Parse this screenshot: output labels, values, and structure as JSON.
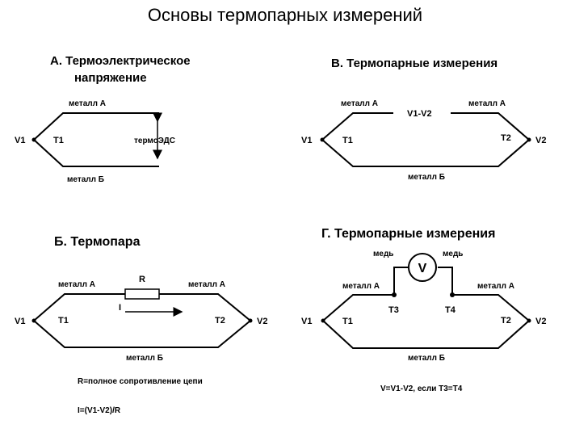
{
  "title": "Основы термопарных измерений",
  "panelA": {
    "heading_line1": "А. Термоэлектрическое",
    "heading_line2": "напряжение",
    "metal_a": "металл А",
    "metal_b": "металл Б",
    "v1": "V1",
    "t1": "T1",
    "emf": "термоЭДС"
  },
  "panelB": {
    "heading": "Б. Термопара",
    "metal_a_left": "металл А",
    "metal_a_right": "металл А",
    "metal_b": "металл Б",
    "r": "R",
    "i": "I",
    "v1": "V1",
    "v2": "V2",
    "t1": "T1",
    "t2": "T2",
    "note1": "R=полное сопротивление цепи",
    "note2": "I=(V1-V2)/R"
  },
  "panelV": {
    "heading": "В. Термопарные измерения",
    "metal_a_left": "металл А",
    "metal_a_right": "металл А",
    "metal_b": "металл Б",
    "diff": "V1-V2",
    "v1": "V1",
    "v2": "V2",
    "t1": "T1",
    "t2": "T2"
  },
  "panelG": {
    "heading": "Г. Термопарные измерения",
    "copper_left": "медь",
    "copper_right": "медь",
    "meter": "V",
    "metal_a_left": "металл А",
    "metal_a_right": "металл А",
    "metal_b": "металл Б",
    "t3": "T3",
    "t4": "T4",
    "v1": "V1",
    "v2": "V2",
    "t1": "T1",
    "t2": "T2",
    "note": "V=V1-V2, если T3=T4"
  }
}
